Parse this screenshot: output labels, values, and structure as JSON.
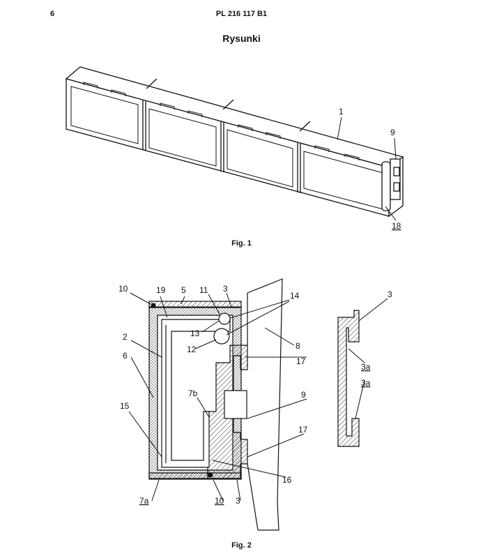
{
  "header": {
    "page_number": "6",
    "patent_number": "PL 216 117 B1"
  },
  "section_title": "Rysunki",
  "fig1": {
    "caption": "Fig. 1",
    "labels": {
      "l1": "1",
      "l9": "9",
      "l18": "18"
    }
  },
  "fig2": {
    "caption": "Fig. 2",
    "labels": {
      "l10a": "10",
      "l19": "19",
      "l5": "5",
      "l11": "11",
      "l3a": "3",
      "l14": "14",
      "l13": "13",
      "l12": "12",
      "l2": "2",
      "l8": "8",
      "l6": "6",
      "l17a": "17",
      "l7b": "7b",
      "l9": "9",
      "l15": "15",
      "l17b": "17",
      "l16": "16",
      "l7a": "7a",
      "l10b": "10",
      "l3b": "3",
      "l3c": "3",
      "l3a1": "3a",
      "l3a2": "3a"
    }
  },
  "colors": {
    "ink": "#111111",
    "hatch": "#666666",
    "paper": "#ffffff"
  }
}
